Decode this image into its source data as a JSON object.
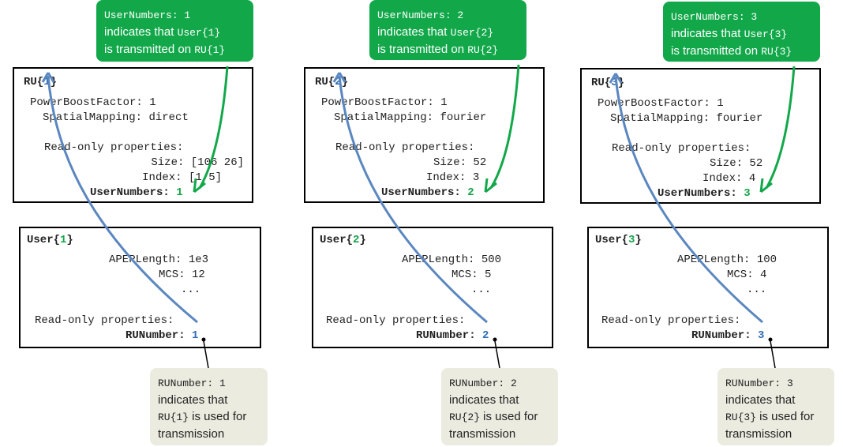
{
  "ru_blocks": [
    {
      "title_prefix": "RU{",
      "title_idx": "1",
      "title_suffix": "}",
      "power_label": "PowerBoostFactor:",
      "power_value": "1",
      "spatial_label": "SpatialMapping:",
      "spatial_value": "direct",
      "readonly_label": "Read-only properties:",
      "size_label": "Size:",
      "size_value": "[106 26]",
      "index_label": "Index:",
      "index_value": "[1 5]",
      "usernumbers_label": "UserNumbers:",
      "usernumbers_value": "1"
    },
    {
      "title_prefix": "RU{",
      "title_idx": "2",
      "title_suffix": "}",
      "power_label": "PowerBoostFactor:",
      "power_value": "1",
      "spatial_label": "SpatialMapping:",
      "spatial_value": "fourier",
      "readonly_label": "Read-only properties:",
      "size_label": "Size:",
      "size_value": "52",
      "index_label": "Index:",
      "index_value": "3",
      "usernumbers_label": "UserNumbers:",
      "usernumbers_value": "2"
    },
    {
      "title_prefix": "RU{",
      "title_idx": "3",
      "title_suffix": "}",
      "power_label": "PowerBoostFactor:",
      "power_value": "1",
      "spatial_label": "SpatialMapping:",
      "spatial_value": "fourier",
      "readonly_label": "Read-only properties:",
      "size_label": "Size:",
      "size_value": "52",
      "index_label": "Index:",
      "index_value": "4",
      "usernumbers_label": "UserNumbers:",
      "usernumbers_value": "3"
    }
  ],
  "user_blocks": [
    {
      "title_prefix": "User{",
      "title_idx": "1",
      "title_suffix": "}",
      "apep_label": "APEPLength:",
      "apep_value": "1e3",
      "mcs_label": "MCS:",
      "mcs_value": "12",
      "ellipsis": "...",
      "readonly_label": "Read-only properties:",
      "runumber_label": "RUNumber:",
      "runumber_value": "1"
    },
    {
      "title_prefix": "User{",
      "title_idx": "2",
      "title_suffix": "}",
      "apep_label": "APEPLength:",
      "apep_value": "500",
      "mcs_label": "MCS:",
      "mcs_value": "5",
      "ellipsis": "...",
      "readonly_label": "Read-only properties:",
      "runumber_label": "RUNumber:",
      "runumber_value": "2"
    },
    {
      "title_prefix": "User{",
      "title_idx": "3",
      "title_suffix": "}",
      "apep_label": "APEPLength:",
      "apep_value": "100",
      "mcs_label": "MCS:",
      "mcs_value": "4",
      "ellipsis": "...",
      "readonly_label": "Read-only properties:",
      "runumber_label": "RUNumber:",
      "runumber_value": "3"
    }
  ],
  "green_callouts": [
    {
      "l1_code": "UserNumbers: 1",
      "l2_text": "indicates that ",
      "l2_code": "User{1}",
      "l3_text": "is transmitted on ",
      "l3_code": "RU{1}"
    },
    {
      "l1_code": "UserNumbers: 2",
      "l2_text": "indicates that ",
      "l2_code": "User{2}",
      "l3_text": "is transmitted on ",
      "l3_code": "RU{2}"
    },
    {
      "l1_code": "UserNumbers: 3",
      "l2_text": "indicates that ",
      "l2_code": "User{3}",
      "l3_text": "is transmitted on ",
      "l3_code": "RU{3}"
    }
  ],
  "beige_callouts": [
    {
      "l1_code": "RUNumber: 1",
      "l2_text": "indicates that",
      "l3_code": "RU{1}",
      "l3_text": " is used for",
      "l4_text": "transmission"
    },
    {
      "l1_code": "RUNumber: 2",
      "l2_text": "indicates that",
      "l3_code": "RU{2}",
      "l3_text": " is used for",
      "l4_text": "transmission"
    },
    {
      "l1_code": "RUNumber: 3",
      "l2_text": "indicates that",
      "l3_code": "RU{3}",
      "l3_text": " is used for",
      "l4_text": "transmission"
    }
  ],
  "colors": {
    "green": "#12a84a",
    "blue_arrow": "#5b87c0",
    "beige": "#ecebe0"
  }
}
